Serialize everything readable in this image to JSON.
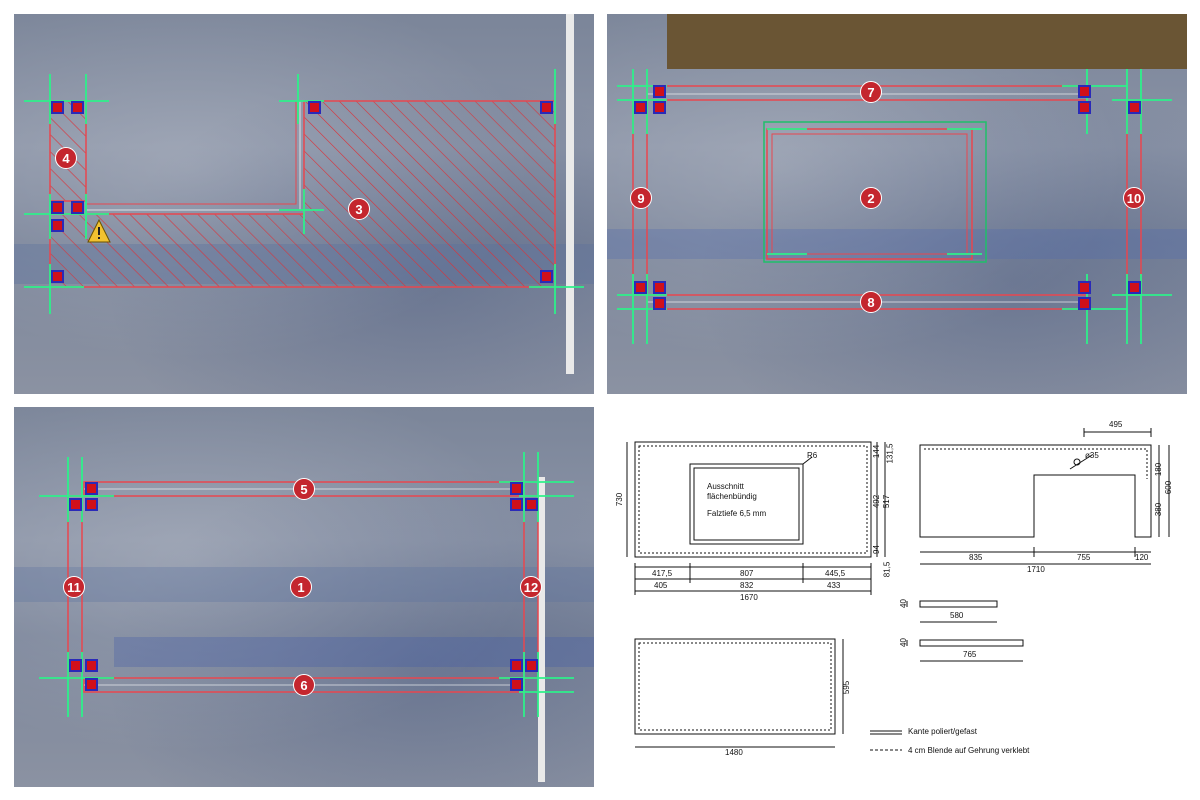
{
  "colors": {
    "cut_line": "#e8474f",
    "guide_line": "#2ef08a",
    "marker_fill": "#d0101a",
    "marker_border": "#2a2ab8",
    "badge_bg": "#c4262e",
    "hatch": "#d8333b",
    "inset_rect": "#1fbf6a"
  },
  "icons": {
    "warning": "warning-triangle-icon"
  },
  "panels": {
    "top_left": {
      "pieces": [
        "4",
        "3"
      ]
    },
    "top_right": {
      "pieces": [
        "7",
        "2",
        "9",
        "10",
        "8"
      ]
    },
    "bottom_left": {
      "pieces": [
        "5",
        "11",
        "1",
        "12",
        "6"
      ]
    }
  },
  "drawing": {
    "cutout_title": "Ausschnitt",
    "cutout_subtitle": "flächenbündig",
    "cutout_depth": "Falztiefe 6,5 mm",
    "radius_label": "R6",
    "hole_label": "ø35",
    "slab1": {
      "height": "730",
      "right_dims": [
        "144",
        "131,5",
        "492",
        "517",
        "94",
        "81,5"
      ],
      "bottom_row1": [
        "417,5",
        "807",
        "445,5"
      ],
      "bottom_row2": [
        "405",
        "832",
        "433"
      ],
      "total": "1670"
    },
    "slab2": {
      "top": "495",
      "right_dims": [
        "180",
        "380",
        "600"
      ],
      "bottom_row": [
        "835",
        "755",
        "120"
      ],
      "total": "1710"
    },
    "strip1": {
      "height": "40",
      "length": "580"
    },
    "strip2": {
      "height": "40",
      "length": "765"
    },
    "slab3": {
      "height": "595",
      "length": "1480"
    },
    "legend": {
      "solid": "Kante poliert/gefast",
      "dashed": "4 cm Blende auf Gehrung verklebt"
    }
  }
}
